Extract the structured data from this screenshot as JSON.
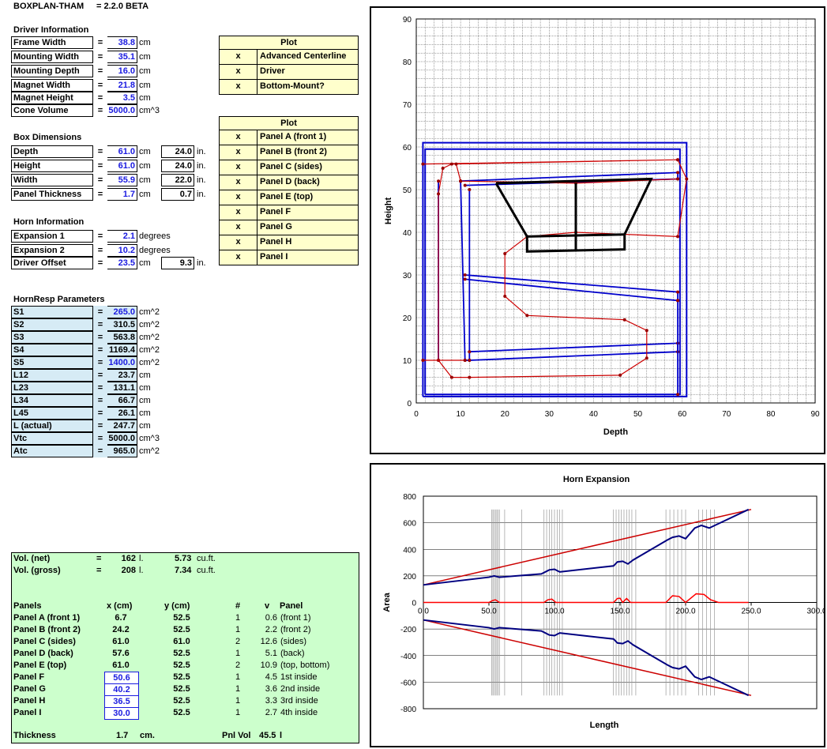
{
  "app": {
    "title": "BOXPLAN-THAM",
    "version": "= 2.2.0 BETA"
  },
  "driver": {
    "heading": "Driver Information",
    "rows": [
      {
        "label": "Frame Width",
        "value": "38.8",
        "unit": "cm",
        "color": "blue"
      },
      {
        "label": "Mounting Width",
        "value": "35.1",
        "unit": "cm",
        "color": "blue"
      },
      {
        "label": "Mounting Depth",
        "value": "16.0",
        "unit": "cm",
        "color": "blue"
      },
      {
        "label": "Magnet Width",
        "value": "21.8",
        "unit": "cm",
        "color": "blue"
      },
      {
        "label": "Magnet Height",
        "value": "3.5",
        "unit": "cm",
        "color": "blue"
      },
      {
        "label": "Cone Volume",
        "value": "5000.0",
        "unit": "cm^3",
        "color": "blue"
      }
    ]
  },
  "plot1": {
    "header": "Plot",
    "rows": [
      {
        "mark": "x",
        "name": "Advanced Centerline"
      },
      {
        "mark": "x",
        "name": "Driver"
      },
      {
        "mark": "x",
        "name": "Bottom-Mount?"
      }
    ]
  },
  "box": {
    "heading": "Box Dimensions",
    "rows": [
      {
        "label": "Depth",
        "value": "61.0",
        "unit": "cm",
        "inch": "24.0",
        "inunit": "in."
      },
      {
        "label": "Height",
        "value": "61.0",
        "unit": "cm",
        "inch": "24.0",
        "inunit": "in."
      },
      {
        "label": "Width",
        "value": "55.9",
        "unit": "cm",
        "inch": "22.0",
        "inunit": "in."
      },
      {
        "label": "Panel Thickness",
        "value": "1.7",
        "unit": "cm",
        "inch": "0.7",
        "inunit": "in."
      }
    ]
  },
  "plot2": {
    "header": "Plot",
    "rows": [
      {
        "mark": "x",
        "name": "Panel A (front 1)"
      },
      {
        "mark": "x",
        "name": "Panel B (front 2)"
      },
      {
        "mark": "x",
        "name": "Panel C (sides)"
      },
      {
        "mark": "x",
        "name": "Panel D (back)"
      },
      {
        "mark": "x",
        "name": "Panel E (top)"
      },
      {
        "mark": "x",
        "name": "Panel F"
      },
      {
        "mark": "x",
        "name": "Panel G"
      },
      {
        "mark": "x",
        "name": "Panel H"
      },
      {
        "mark": "x",
        "name": "Panel I"
      }
    ]
  },
  "horn": {
    "heading": "Horn Information",
    "rows": [
      {
        "label": "Expansion 1",
        "value": "2.1",
        "unit": "degrees"
      },
      {
        "label": "Expansion 2",
        "value": "10.2",
        "unit": "degrees"
      },
      {
        "label": "Driver Offset",
        "value": "23.5",
        "unit": "cm",
        "inch": "9.3",
        "inunit": "in."
      }
    ]
  },
  "hornresp": {
    "heading": "HornResp Parameters",
    "rows": [
      {
        "label": "S1",
        "value": "265.0",
        "unit": "cm^2",
        "blue": true
      },
      {
        "label": "S2",
        "value": "310.5",
        "unit": "cm^2",
        "blue": false
      },
      {
        "label": "S3",
        "value": "563.8",
        "unit": "cm^2",
        "blue": false
      },
      {
        "label": "S4",
        "value": "1169.4",
        "unit": "cm^2",
        "blue": false
      },
      {
        "label": "S5",
        "value": "1400.0",
        "unit": "cm^2",
        "blue": true
      },
      {
        "label": "L12",
        "value": "23.7",
        "unit": "cm",
        "blue": false
      },
      {
        "label": "L23",
        "value": "131.1",
        "unit": "cm",
        "blue": false
      },
      {
        "label": "L34",
        "value": "66.7",
        "unit": "cm",
        "blue": false
      },
      {
        "label": "L45",
        "value": "26.1",
        "unit": "cm",
        "blue": false
      },
      {
        "label": "L (actual)",
        "value": "247.7",
        "unit": "cm",
        "blue": false
      },
      {
        "label": "Vtc",
        "value": "5000.0",
        "unit": "cm^3",
        "blue": false
      },
      {
        "label": "Atc",
        "value": "965.0",
        "unit": "cm^2",
        "blue": false
      }
    ]
  },
  "summary": {
    "vol_net": {
      "label": "Vol. (net)",
      "eq": "=",
      "l": "162",
      "lu": "l.",
      "ft": "5.73",
      "ftu": "cu.ft."
    },
    "vol_gross": {
      "label": "Vol. (gross)",
      "eq": "=",
      "l": "208",
      "lu": "l.",
      "ft": "7.34",
      "ftu": "cu.ft."
    },
    "headers": {
      "panels": "Panels",
      "x": "x (cm)",
      "y": "y (cm)",
      "n": "#",
      "v": "v",
      "panel": "Panel"
    },
    "rows": [
      {
        "name": "Panel A (front 1)",
        "x": "6.7",
        "y": "52.5",
        "n": "1",
        "v": "0.6",
        "desc": "(front 1)"
      },
      {
        "name": "Panel B (front 2)",
        "x": "24.2",
        "y": "52.5",
        "n": "1",
        "v": "2.2",
        "desc": "(front 2)"
      },
      {
        "name": "Panel C (sides)",
        "x": "61.0",
        "y": "61.0",
        "n": "2",
        "v": "12.6",
        "desc": "(sides)"
      },
      {
        "name": "Panel D (back)",
        "x": "57.6",
        "y": "52.5",
        "n": "1",
        "v": "5.1",
        "desc": "(back)"
      },
      {
        "name": "Panel E (top)",
        "x": "61.0",
        "y": "52.5",
        "n": "2",
        "v": "10.9",
        "desc": "(top, bottom)"
      },
      {
        "name": "Panel F",
        "x": "50.6",
        "y": "52.5",
        "n": "1",
        "v": "4.5",
        "desc": "1st inside"
      },
      {
        "name": "Panel G",
        "x": "40.2",
        "y": "52.5",
        "n": "1",
        "v": "3.6",
        "desc": "2nd inside"
      },
      {
        "name": "Panel H",
        "x": "36.5",
        "y": "52.5",
        "n": "1",
        "v": "3.3",
        "desc": "3rd inside"
      },
      {
        "name": "Panel I",
        "x": "30.0",
        "y": "52.5",
        "n": "1",
        "v": "2.7",
        "desc": "4th inside"
      }
    ],
    "thickness": {
      "label": "Thickness",
      "value": "1.7",
      "unit": "cm.",
      "pnl_label": "Pnl Vol",
      "pnl_value": "45.5",
      "pnl_unit": "l"
    }
  },
  "chart_data": [
    {
      "type": "scatter",
      "title": "",
      "xlabel": "Depth",
      "ylabel": "Height",
      "xlim": [
        0,
        90
      ],
      "ylim": [
        0,
        90
      ],
      "xticks": [
        0,
        10,
        20,
        30,
        40,
        50,
        60,
        70,
        80,
        90
      ],
      "yticks": [
        0,
        10,
        20,
        30,
        40,
        50,
        60,
        70,
        80,
        90
      ],
      "grid": true,
      "series": [
        {
          "color": "#0000cc",
          "kind": "box",
          "points": [
            [
              1.5,
              1.5
            ],
            [
              61,
              1.5
            ],
            [
              61,
              61
            ],
            [
              1.5,
              61
            ],
            [
              1.5,
              1.5
            ]
          ]
        },
        {
          "color": "#0000cc",
          "kind": "box",
          "points": [
            [
              2,
              2
            ],
            [
              59.5,
              2
            ],
            [
              59.5,
              59.5
            ],
            [
              2,
              59.5
            ],
            [
              2,
              2
            ]
          ]
        },
        {
          "color": "#0000cc",
          "kind": "panel",
          "points": [
            [
              10,
              52
            ],
            [
              59,
              54
            ],
            [
              59,
              52.5
            ],
            [
              11,
              51
            ]
          ]
        },
        {
          "color": "#0000cc",
          "kind": "panel",
          "points": [
            [
              10,
              52
            ],
            [
              11,
              10
            ],
            [
              12,
              10
            ],
            [
              12,
              50
            ]
          ]
        },
        {
          "color": "#0000cc",
          "kind": "panel",
          "points": [
            [
              12,
              12
            ],
            [
              59,
              14
            ],
            [
              59,
              12
            ],
            [
              12,
              10
            ]
          ]
        },
        {
          "color": "#0000cc",
          "kind": "panel",
          "points": [
            [
              11,
              30
            ],
            [
              59,
              26
            ],
            [
              59,
              24
            ],
            [
              11,
              29
            ]
          ]
        },
        {
          "color": "#0000cc",
          "kind": "panel",
          "points": [
            [
              59,
              24
            ],
            [
              59,
              2
            ]
          ]
        },
        {
          "color": "#0000cc",
          "kind": "panel",
          "points": [
            [
              5,
              52
            ],
            [
              5,
              10
            ]
          ]
        },
        {
          "color": "#cc0000",
          "kind": "centerline",
          "points": [
            [
              1.5,
              56
            ],
            [
              59,
              57
            ],
            [
              61,
              52.5
            ],
            [
              59,
              39
            ],
            [
              36,
              40
            ],
            [
              25,
              39
            ],
            [
              20,
              35
            ],
            [
              20,
              25
            ],
            [
              25,
              20.5
            ],
            [
              47,
              19.5
            ],
            [
              52,
              17
            ],
            [
              52,
              10.5
            ],
            [
              46,
              6.5
            ],
            [
              12,
              6
            ],
            [
              8,
              6
            ],
            [
              5,
              10
            ],
            [
              5,
              49
            ],
            [
              6,
              55
            ],
            [
              8,
              56
            ],
            [
              59,
              57
            ]
          ]
        },
        {
          "color": "#cc0000",
          "kind": "centerline",
          "points": [
            [
              1.5,
              10
            ],
            [
              11,
              10
            ]
          ]
        },
        {
          "color": "#cc0000",
          "kind": "centerline",
          "points": [
            [
              9,
              56
            ],
            [
              10,
              52
            ],
            [
              36,
              51.5
            ],
            [
              59,
              52.5
            ]
          ]
        },
        {
          "color": "#000000",
          "kind": "driver",
          "points": [
            [
              18,
              51.5
            ],
            [
              53,
              52.5
            ],
            [
              47,
              39.5
            ],
            [
              47,
              36
            ],
            [
              25,
              35.5
            ],
            [
              25,
              39
            ],
            [
              18,
              51.5
            ]
          ]
        },
        {
          "color": "#000000",
          "kind": "driver",
          "points": [
            [
              36,
              51.5
            ],
            [
              36,
              36
            ]
          ]
        },
        {
          "color": "#000000",
          "kind": "driver",
          "points": [
            [
              25,
              39
            ],
            [
              47,
              39.5
            ]
          ]
        }
      ]
    },
    {
      "type": "line",
      "title": "Horn Expansion",
      "xlabel": "Length",
      "ylabel": "Area",
      "xlim": [
        0,
        300
      ],
      "ylim": [
        -800,
        800
      ],
      "xticks": [
        0,
        50,
        100,
        150,
        200,
        250,
        300
      ],
      "xtick_labels": [
        "0.0",
        "50.0",
        "100.0",
        "150.0",
        "200.0",
        "250.0",
        "300.0"
      ],
      "yticks": [
        -800,
        -600,
        -400,
        -200,
        0,
        200,
        400,
        600,
        800
      ],
      "grid": true,
      "vlines": [
        52,
        53,
        54,
        55,
        56,
        57,
        58,
        62,
        75,
        92,
        94,
        96,
        98,
        100,
        102,
        104,
        106,
        145,
        147,
        149,
        151,
        153,
        155,
        157,
        159,
        162,
        185,
        188,
        191,
        194,
        197,
        200,
        210,
        213,
        216,
        219,
        222,
        248
      ],
      "series": [
        {
          "color": "#cc0000",
          "values_x": [
            0,
            250
          ],
          "values_y": [
            132,
            700
          ]
        },
        {
          "color": "#000080",
          "values_x": [
            0,
            50,
            54,
            58,
            90,
            96,
            100,
            104,
            145,
            148,
            152,
            156,
            160,
            186,
            190,
            195,
            200,
            207,
            212,
            218,
            248
          ],
          "values_y": [
            132,
            190,
            200,
            190,
            215,
            245,
            250,
            230,
            275,
            305,
            310,
            290,
            320,
            470,
            490,
            500,
            480,
            560,
            580,
            560,
            700
          ]
        },
        {
          "color": "#cc0000",
          "values_x": [
            0,
            250
          ],
          "values_y": [
            -132,
            -700
          ]
        },
        {
          "color": "#000080",
          "values_x": [
            0,
            50,
            54,
            58,
            90,
            96,
            100,
            104,
            145,
            148,
            152,
            156,
            160,
            186,
            190,
            195,
            200,
            207,
            212,
            218,
            248
          ],
          "values_y": [
            -132,
            -190,
            -200,
            -190,
            -215,
            -245,
            -250,
            -230,
            -275,
            -305,
            -310,
            -290,
            -320,
            -470,
            -490,
            -500,
            -480,
            -560,
            -580,
            -560,
            -700
          ]
        },
        {
          "color": "#ff0000",
          "values_x": [
            0,
            50,
            53,
            55,
            58,
            92,
            95,
            98,
            101,
            145,
            148,
            150,
            152,
            155,
            158,
            185,
            190,
            195,
            200,
            208,
            214,
            219,
            225,
            248
          ],
          "values_y": [
            0,
            0,
            15,
            20,
            0,
            0,
            20,
            25,
            0,
            0,
            30,
            32,
            0,
            30,
            0,
            0,
            50,
            45,
            0,
            65,
            60,
            20,
            0,
            0
          ]
        }
      ]
    }
  ]
}
